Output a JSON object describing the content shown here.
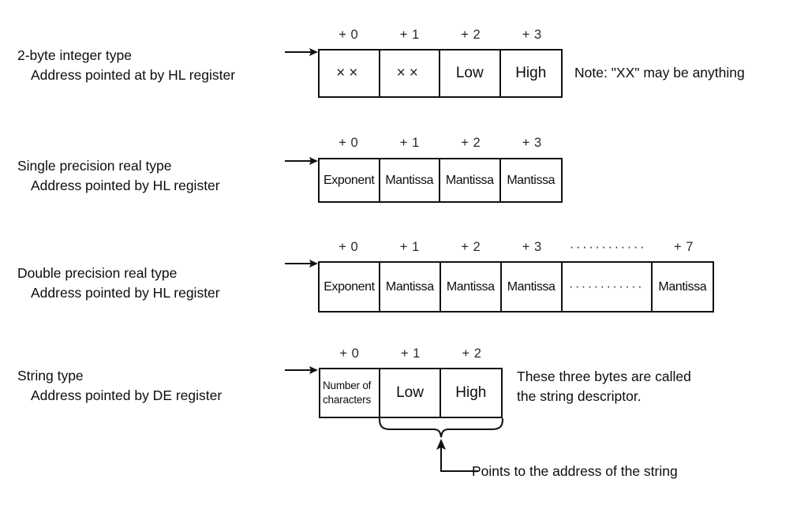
{
  "diagram": {
    "title_semantic": "memory-layout-of-variable-types",
    "rows": [
      {
        "id": "two-byte-integer",
        "label_line1": "2-byte integer type",
        "label_line2": "Address pointed at by HL register",
        "offsets": [
          "+ 0",
          "+ 1",
          "+ 2",
          "+ 3"
        ],
        "cells": [
          "××",
          "××",
          "Low",
          "High"
        ],
        "note_lines": [
          "Note: \"XX\" may be anything"
        ]
      },
      {
        "id": "single-precision-real",
        "label_line1": "Single precision real type",
        "label_line2": "Address pointed by HL register",
        "offsets": [
          "+ 0",
          "+ 1",
          "+ 2",
          "+ 3"
        ],
        "cells": [
          "Exponent",
          "Mantissa",
          "Mantissa",
          "Mantissa"
        ],
        "note_lines": []
      },
      {
        "id": "double-precision-real",
        "label_line1": "Double precision real type",
        "label_line2": "Address pointed by HL register",
        "offsets": [
          "+ 0",
          "+ 1",
          "+ 2",
          "+ 3",
          "············",
          "+ 7"
        ],
        "cells": [
          "Exponent",
          "Mantissa",
          "Mantissa",
          "Mantissa",
          "············",
          "Mantissa"
        ],
        "note_lines": []
      },
      {
        "id": "string-type",
        "label_line1": "String type",
        "label_line2": "Address pointed by DE register",
        "offsets": [
          "+ 0",
          "+ 1",
          "+ 2"
        ],
        "cells": [
          "Number of characters",
          "Low",
          "High"
        ],
        "note_lines": [
          "These three bytes are called",
          "the string descriptor."
        ]
      }
    ],
    "annotation": {
      "pointer_text": "Points to the address of the string"
    },
    "colors": {
      "ink": "#0d0d0d",
      "line": "#111111",
      "muted": "#2b2b2b",
      "background": "#ffffff"
    }
  }
}
